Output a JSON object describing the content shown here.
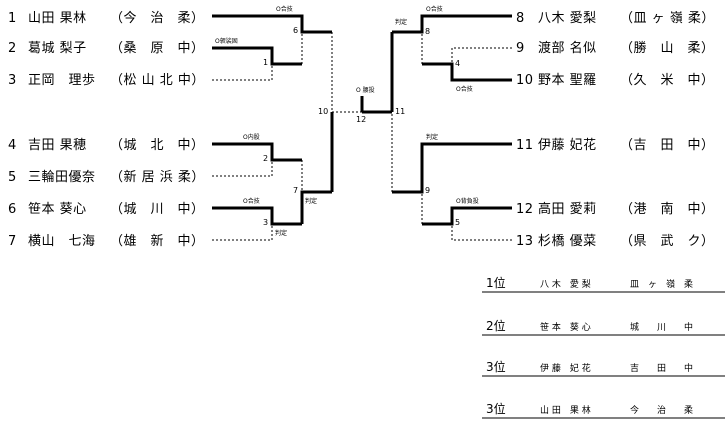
{
  "left_entries": [
    {
      "no": "1",
      "name": "山田 果林",
      "school": "（今　治　柔）"
    },
    {
      "no": "2",
      "name": "葛城 梨子",
      "school": "（桑　原　中）"
    },
    {
      "no": "3",
      "name": "正岡　理歩",
      "school": "（松 山 北 中）"
    },
    {
      "no": "4",
      "name": "吉田 果穂",
      "school": "（城　北　中）"
    },
    {
      "no": "5",
      "name": "三輪田優奈",
      "school": "（新 居 浜 柔）"
    },
    {
      "no": "6",
      "name": "笹本 葵心",
      "school": "（城　川　中）"
    },
    {
      "no": "7",
      "name": "横山　七海",
      "school": "（雄　新　中）"
    }
  ],
  "right_entries": [
    {
      "no": "8",
      "name": "八木 愛梨",
      "school": "（皿 ヶ 嶺 柔）"
    },
    {
      "no": "9",
      "name": "渡部 名似",
      "school": "（勝　山　柔）"
    },
    {
      "no": "10",
      "name": "野本 聖羅",
      "school": "（久　米　中）"
    },
    {
      "no": "11",
      "name": "伊藤 妃花",
      "school": "（吉　田　中）"
    },
    {
      "no": "12",
      "name": "高田 愛莉",
      "school": "（港　南　中）"
    },
    {
      "no": "13",
      "name": "杉橋 優菜",
      "school": "（県　武　ク）"
    }
  ],
  "match_numbers": [
    "1",
    "2",
    "3",
    "4",
    "5",
    "6",
    "7",
    "8",
    "9",
    "10",
    "11",
    "12"
  ],
  "annotations": {
    "m6_top": "O合技",
    "m1_top": "O袈裟固",
    "m2_top": "O内股",
    "m3_top": "O合技",
    "m3_side": "判定",
    "m7_side": "判定",
    "m8_top": "O合技",
    "m8_side": "判定",
    "m4_side": "O合技",
    "m9_top": "判定",
    "m5_top": "O背負投",
    "final": "O 腰投"
  },
  "rankings": [
    {
      "rank": "1位",
      "name": "八 木　愛 梨",
      "school": "皿　ヶ　嶺　柔"
    },
    {
      "rank": "2位",
      "name": "笹 本　葵 心",
      "school": "城　　川　　中"
    },
    {
      "rank": "3位",
      "name": "伊 藤　妃 花",
      "school": "吉　　田　　中"
    },
    {
      "rank": "3位",
      "name": "山 田　果 林",
      "school": "今　　治　　柔"
    }
  ]
}
